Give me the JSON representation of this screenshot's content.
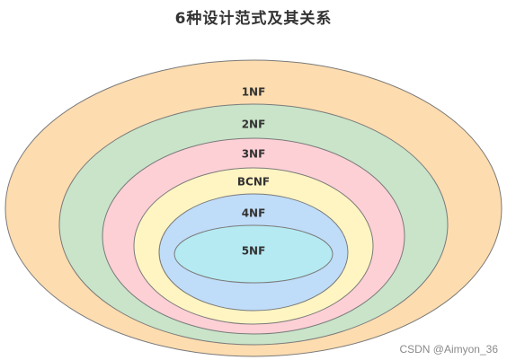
{
  "title": "6种设计范式及其关系",
  "levels": [
    {
      "label": "1NF",
      "fill": "#fddcaf"
    },
    {
      "label": "2NF",
      "fill": "#c9e4c9"
    },
    {
      "label": "3NF",
      "fill": "#fdd0d6"
    },
    {
      "label": "BCNF",
      "fill": "#fff5c2"
    },
    {
      "label": "4NF",
      "fill": "#bfdcf8"
    },
    {
      "label": "5NF",
      "fill": "#b5eaf2"
    }
  ],
  "outline_color": "#7a7a7a",
  "watermark": "CSDN @Aimyon_36"
}
